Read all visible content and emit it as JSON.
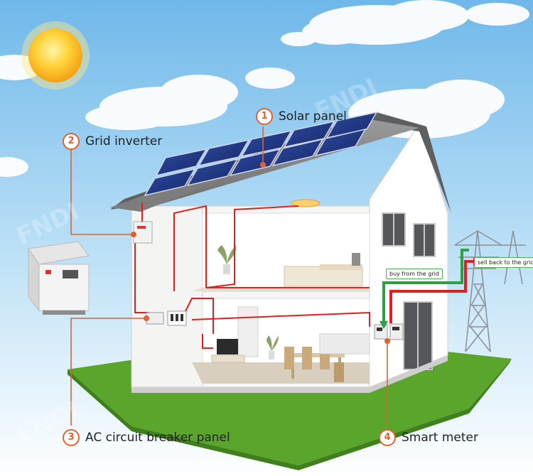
{
  "labels": {
    "solar_panel": {
      "number": "1",
      "text": "Solar panel"
    },
    "grid_inverter": {
      "number": "2",
      "text": "Grid inverter"
    },
    "breaker_panel": {
      "number": "3",
      "text": "AC circuit breaker panel"
    },
    "smart_meter": {
      "number": "4",
      "text": "Smart meter"
    }
  },
  "grid": {
    "buy": "buy from the grid",
    "sell": "sell back to the grid"
  },
  "colors": {
    "accent": "#e0632d",
    "wire_red": "#e02020",
    "arrow_green": "#2ea043",
    "sky_top": "#7ec3ee",
    "grass": "#5aa52c"
  }
}
